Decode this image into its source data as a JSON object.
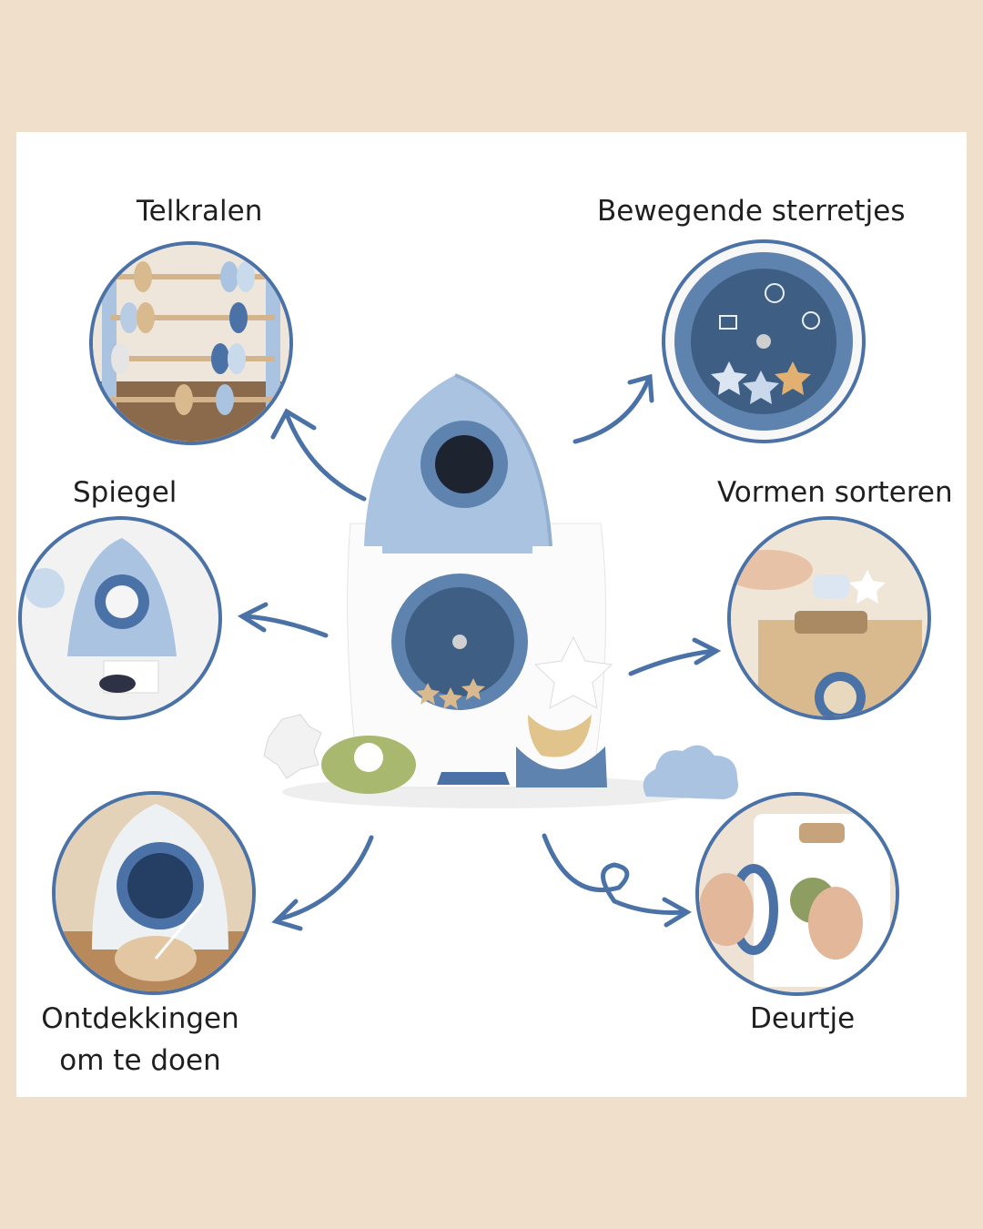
{
  "labels": {
    "counting_beads": "Telkralen",
    "moving_stars": "Bewegende sterretjes",
    "mirror": "Spiegel",
    "shape_sorting": "Vormen sorteren",
    "discoveries_line1": "Ontdekkingen",
    "discoveries_line2": "om te doen",
    "little_door": "Deurtje"
  },
  "colors": {
    "background": "#F0DFCA",
    "card": "#FFFFFF",
    "accent_blue": "#4B72A6",
    "light_blue": "#A9C3E0",
    "wood": "#D9B98E",
    "text": "#1F1F1F"
  }
}
